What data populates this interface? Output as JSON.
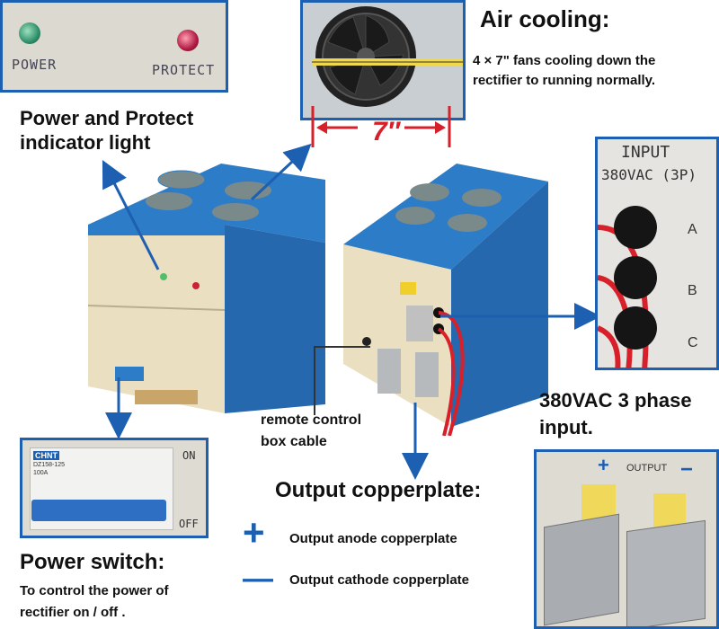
{
  "indicator_panel": {
    "power_label": "POWER",
    "protect_label": "PROTECT"
  },
  "power_indicator": {
    "title": "Power and Protect\nindicator light"
  },
  "fan_photo": {
    "dimension": "7″"
  },
  "air_cooling": {
    "title": "Air cooling:",
    "description_line1": "4 × 7\" fans  cooling down the",
    "description_line2": "rectifier to running normally."
  },
  "input_panel": {
    "title_line1": "INPUT",
    "title_line2": "380VAC (3P)",
    "phase_a": "A",
    "phase_b": "B",
    "phase_c": "C"
  },
  "input_label": {
    "line1": "380VAC 3 phase",
    "line2": "input."
  },
  "remote": {
    "line1": "remote control",
    "line2": "box cable"
  },
  "breaker_panel": {
    "brand": "CHNT",
    "model": "DZ158-125",
    "rating": "100A",
    "on_label": "ON",
    "off_label": "OFF"
  },
  "power_switch": {
    "title": "Power switch:",
    "desc_line1": "To control the power of",
    "desc_line2": "rectifier on / off ."
  },
  "output": {
    "title": "Output copperplate:",
    "anode": "Output anode copperplate",
    "cathode": "Output cathode  copperplate",
    "plus_sign": "+",
    "minus_sign": "—"
  },
  "output_panel": {
    "label": "OUTPUT",
    "plus": "+",
    "minus": "−"
  },
  "colors": {
    "accent": "#1d5fb0",
    "cabinet_blue": "#2b78c2",
    "cream": "#e8dfc4",
    "cable_red": "#d8202a"
  }
}
